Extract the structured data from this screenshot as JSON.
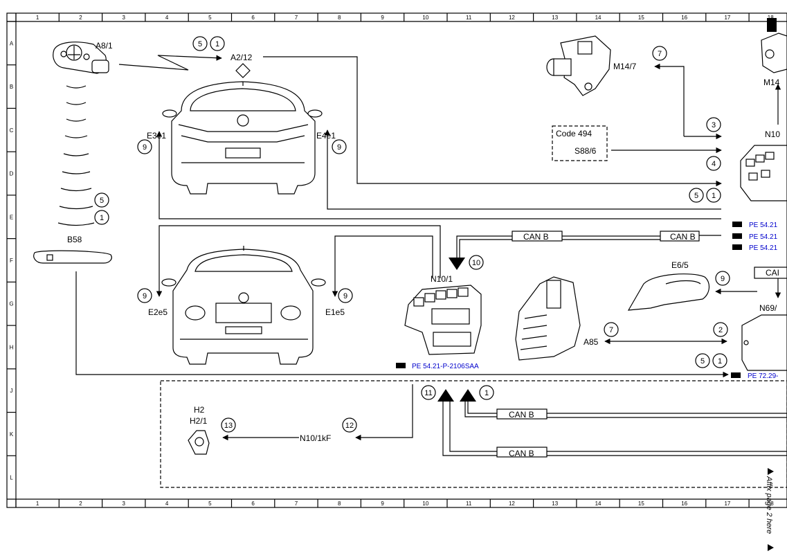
{
  "grid": {
    "cols": [
      "1",
      "2",
      "3",
      "4",
      "5",
      "6",
      "7",
      "8",
      "9",
      "10",
      "11",
      "12",
      "13",
      "14",
      "15",
      "16",
      "17",
      "18"
    ],
    "rows": [
      "A",
      "B",
      "C",
      "D",
      "E",
      "F",
      "G",
      "H",
      "J",
      "K",
      "L"
    ]
  },
  "components": {
    "a8_1": "A8/1",
    "a2_12": "A2/12",
    "m14_7": "M14/7",
    "m14": "M14",
    "n10_top": "N10",
    "code494": "Code 494",
    "s88_6": "S88/6",
    "e3e1": "E3e1",
    "e4e1": "E4e1",
    "b58": "B58",
    "n10_1": "N10/1",
    "e6_5": "E6/5",
    "n69": "N69/",
    "a85": "A85",
    "e2e5": "E2e5",
    "e1e5": "E1e5",
    "h2": "H2",
    "h2_1": "H2/1",
    "n10_1kf": "N10/1kF"
  },
  "can": {
    "can1": "CAN B",
    "can2": "CAN B",
    "can3": "CAN B",
    "can4": "CAN B",
    "can_partial": "CAI"
  },
  "refs": {
    "pe1": "PE 54.21",
    "pe2": "PE 54.21",
    "pe3": "PE 54.21",
    "pe_n10": "PE 54.21-P-2106SAA",
    "pe_n69": "PE 72.29-"
  },
  "circles": {
    "c_a2_5": "5",
    "c_a2_1": "1",
    "c_m147": "7",
    "c3": "3",
    "c4": "4",
    "c_e3": "9",
    "c_e4": "9",
    "c_d5": "5",
    "c_d1": "1",
    "c_b5": "5",
    "c_b1": "1",
    "c10": "10",
    "c_e65": "9",
    "c_e2": "9",
    "c_e1": "9",
    "c_a85_7": "7",
    "c_a85_2": "2",
    "c_h5": "5",
    "c_h1": "1",
    "c11": "11",
    "c_j1": "1",
    "c12": "12",
    "c13": "13"
  },
  "side_note": "Affix page 2 here"
}
